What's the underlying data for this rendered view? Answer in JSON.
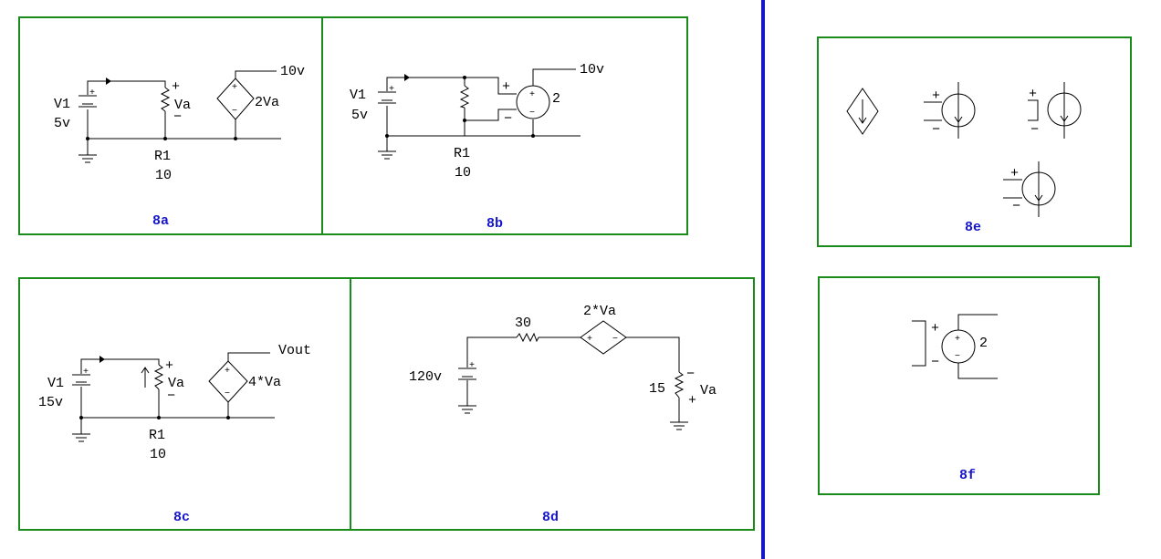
{
  "colors": {
    "frame": "#1a8a1a",
    "divider": "#1515cc",
    "caption": "#1515cc",
    "wire": "#000000"
  },
  "c8a": {
    "v_name": "V1",
    "v_val": "5v",
    "r_name": "R1",
    "r_val": "10",
    "va": "Va",
    "gain": "2Va",
    "out": "10v",
    "caption": "8a"
  },
  "c8b": {
    "v_name": "V1",
    "v_val": "5v",
    "r_name": "R1",
    "r_val": "10",
    "gain": "2",
    "out": "10v",
    "caption": "8b"
  },
  "c8c": {
    "v_name": "V1",
    "v_val": "15v",
    "r_name": "R1",
    "r_val": "10",
    "va": "Va",
    "gain": "4*Va",
    "out": "Vout",
    "caption": "8c"
  },
  "c8d": {
    "v_val": "120v",
    "r1_val": "30",
    "dep": "2*Va",
    "r2_val": "15",
    "va": "Va",
    "caption": "8d"
  },
  "c8e": {
    "caption": "8e"
  },
  "c8f": {
    "gain": "2",
    "caption": "8f"
  },
  "signs": {
    "plus": "+",
    "minus": "−"
  }
}
